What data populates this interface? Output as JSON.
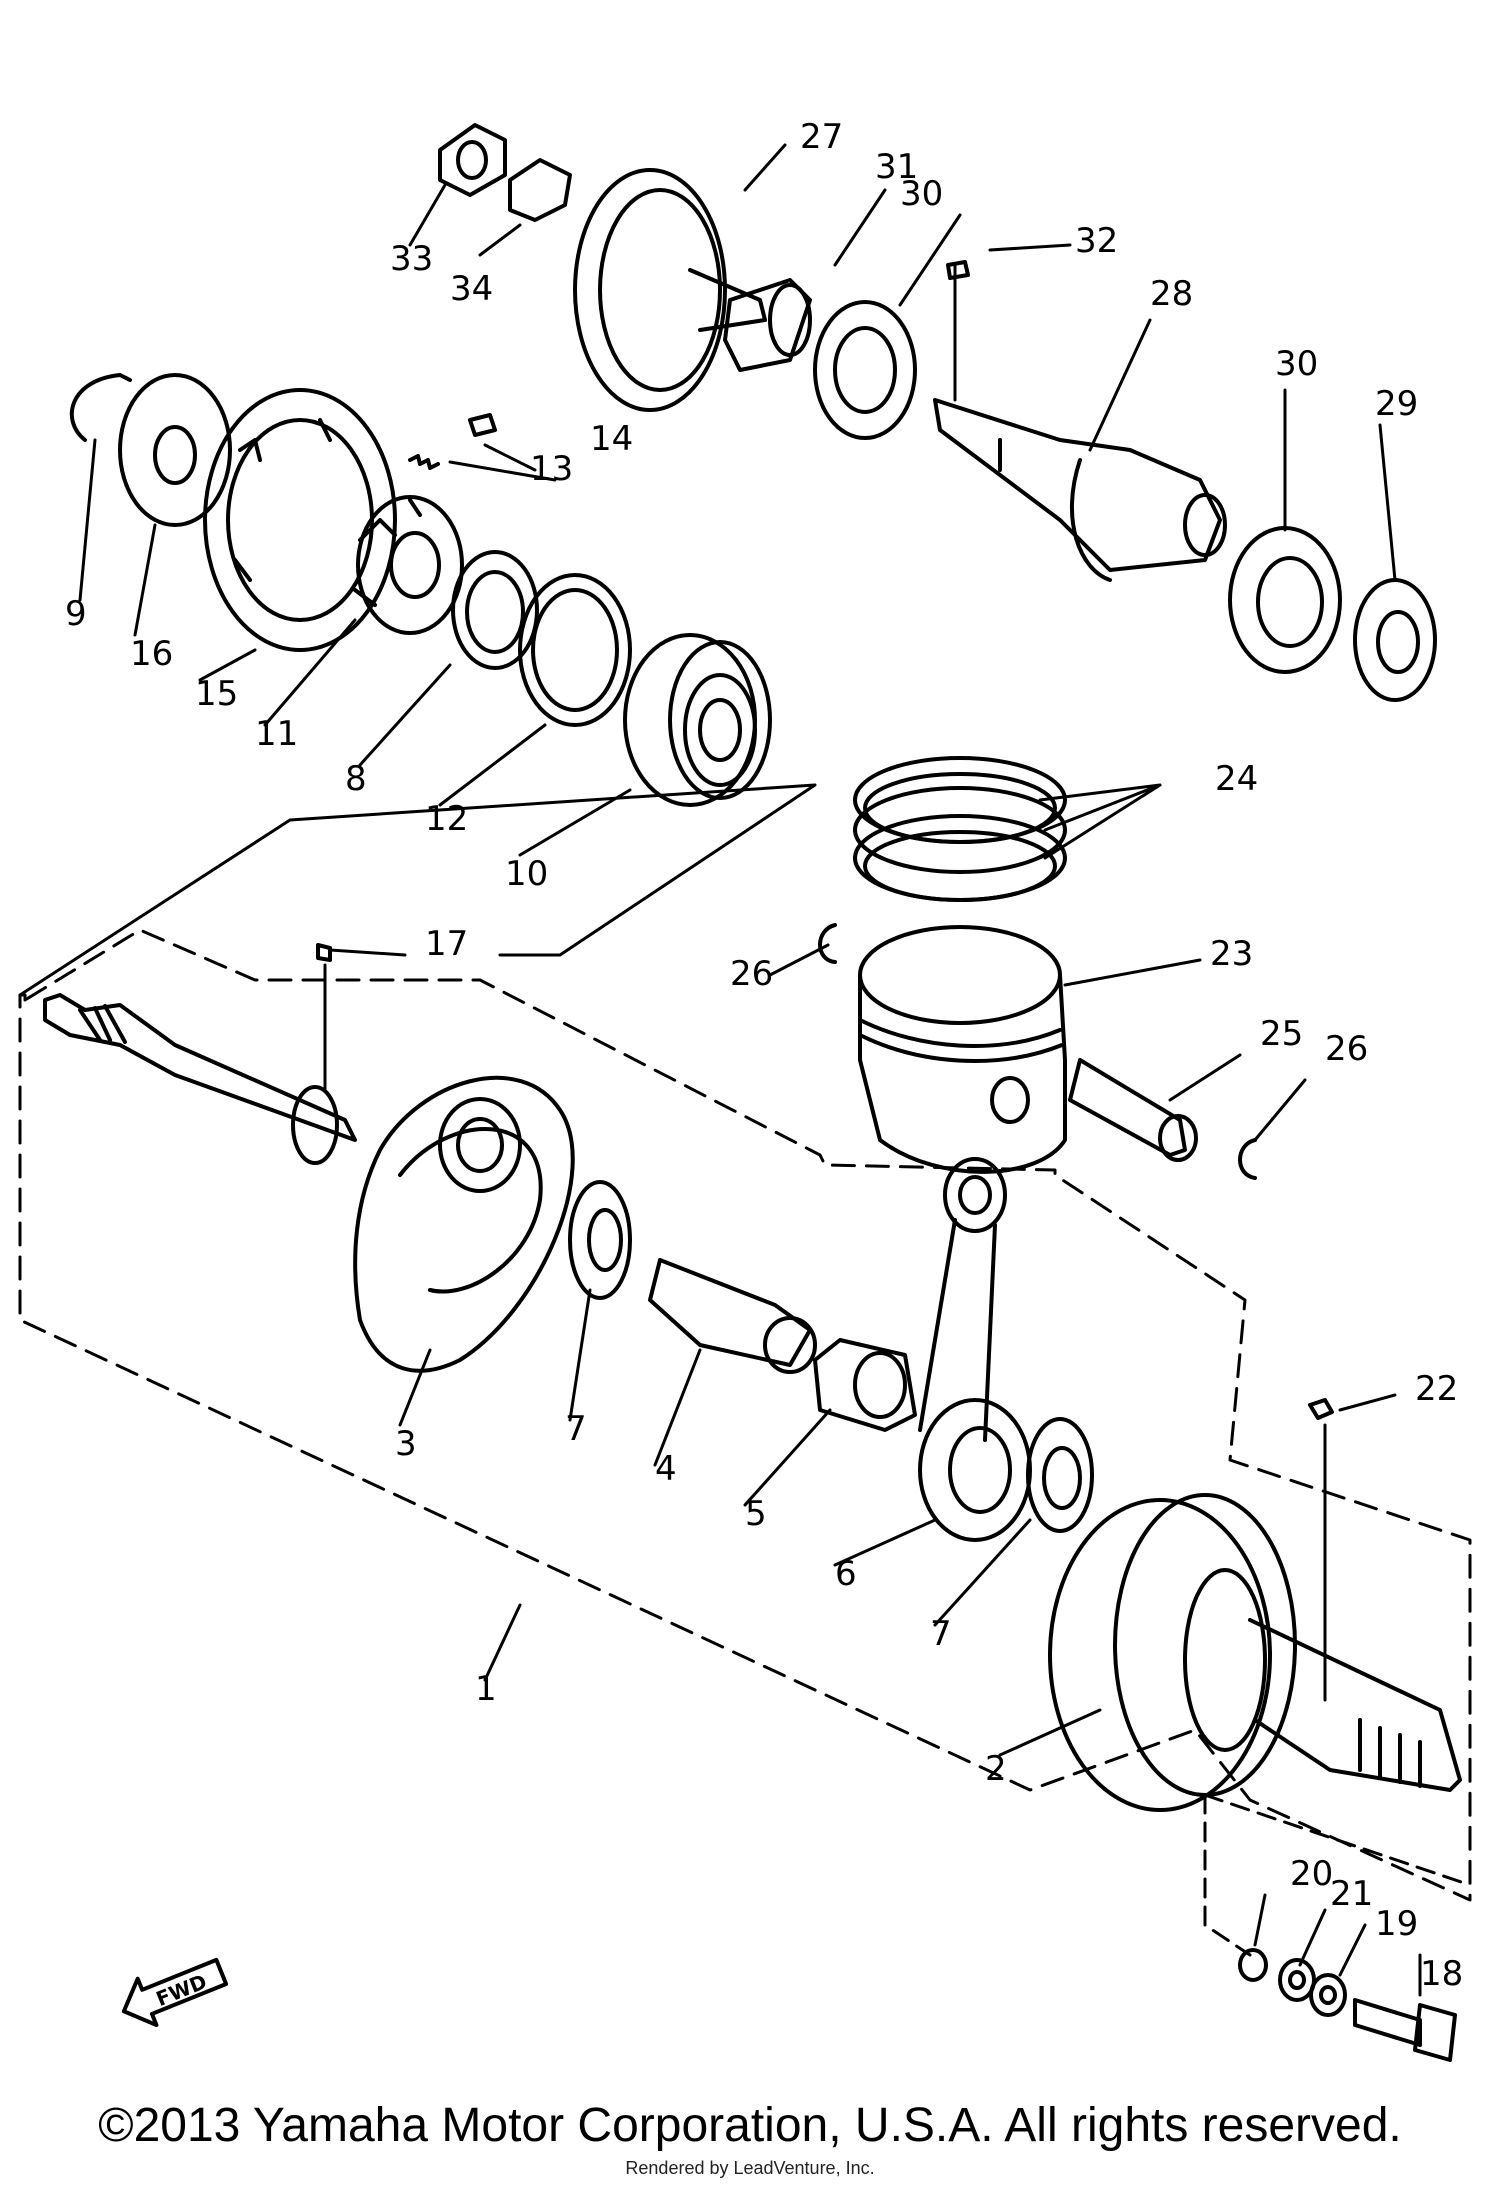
{
  "diagram": {
    "callouts": [
      "1",
      "2",
      "3",
      "4",
      "5",
      "6",
      "7",
      "7",
      "8",
      "9",
      "10",
      "11",
      "12",
      "13",
      "14",
      "15",
      "16",
      "17",
      "18",
      "19",
      "20",
      "21",
      "22",
      "23",
      "24",
      "25",
      "26",
      "26",
      "27",
      "28",
      "29",
      "30",
      "30",
      "31",
      "32",
      "33",
      "34"
    ],
    "fwd_label": "FWD"
  },
  "footer": {
    "copyright": "©2013 Yamaha Motor Corporation, U.S.A. All rights reserved.",
    "rendered_by": "Rendered by LeadVenture, Inc."
  }
}
